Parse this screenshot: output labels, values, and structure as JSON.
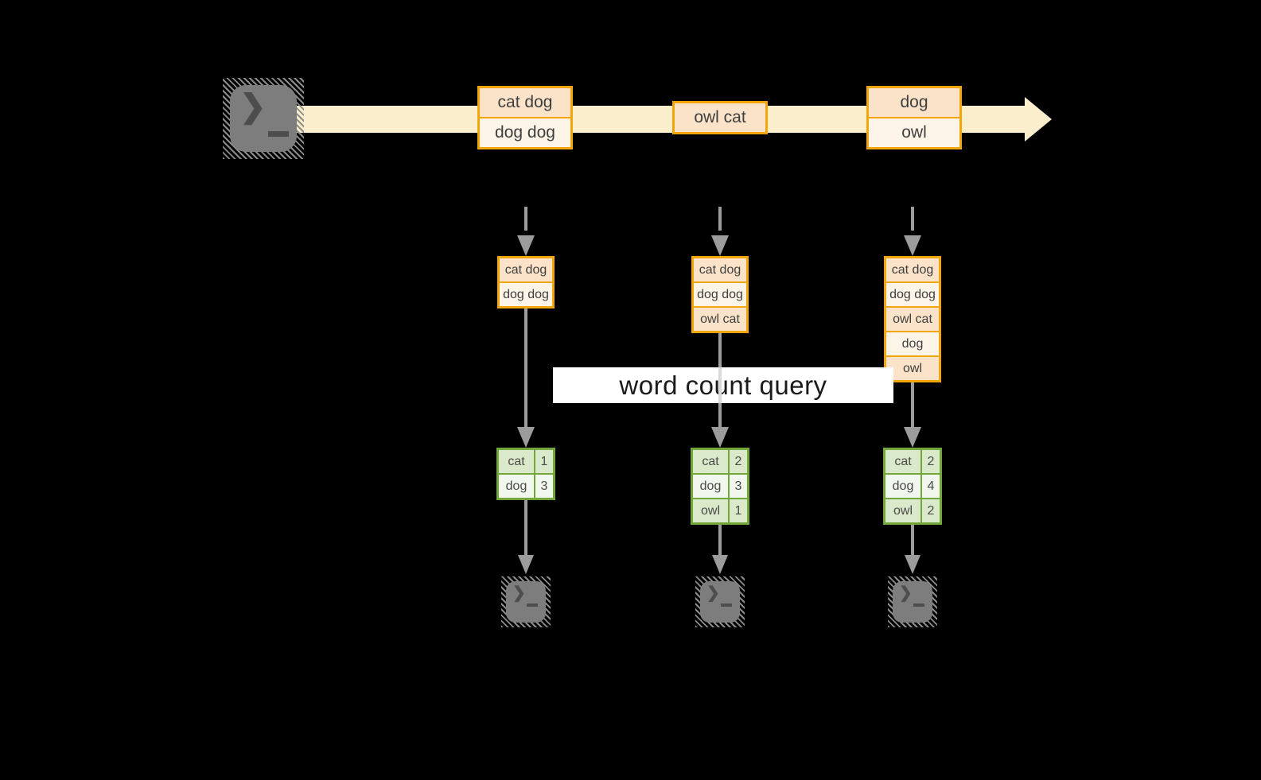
{
  "diagram": {
    "query_label": "word count query"
  },
  "icons": {
    "terminal_prompt": "❯"
  },
  "stream": {
    "batches": [
      {
        "rows": [
          "cat dog",
          "dog dog"
        ]
      },
      {
        "rows": [
          "owl cat"
        ]
      },
      {
        "rows": [
          "dog",
          "owl"
        ]
      }
    ]
  },
  "columns": [
    {
      "buffer": [
        "cat dog",
        "dog dog"
      ],
      "table": [
        {
          "word": "cat",
          "count": "1"
        },
        {
          "word": "dog",
          "count": "3"
        }
      ]
    },
    {
      "buffer": [
        "cat dog",
        "dog dog",
        "owl cat"
      ],
      "table": [
        {
          "word": "cat",
          "count": "2"
        },
        {
          "word": "dog",
          "count": "3"
        },
        {
          "word": "owl",
          "count": "1"
        }
      ]
    },
    {
      "buffer": [
        "cat dog",
        "dog dog",
        "owl cat",
        "dog",
        "owl"
      ],
      "table": [
        {
          "word": "cat",
          "count": "2"
        },
        {
          "word": "dog",
          "count": "4"
        },
        {
          "word": "owl",
          "count": "2"
        }
      ]
    }
  ],
  "colors": {
    "background": "#000000",
    "stream_band": "#faeecd",
    "batch_fill_dark": "#fae3c8",
    "batch_fill_light": "#fdf4e8",
    "batch_border": "#f2a60a",
    "table_border": "#72a73c",
    "table_fill_dark": "#dbe9cb",
    "table_fill_light": "#f2f7ed",
    "arrow_gray": "#9c9c9c",
    "terminal_gray": "#7d7d7d",
    "banner_bg": "#ffffff",
    "text_dark": "#3f3f3f"
  }
}
